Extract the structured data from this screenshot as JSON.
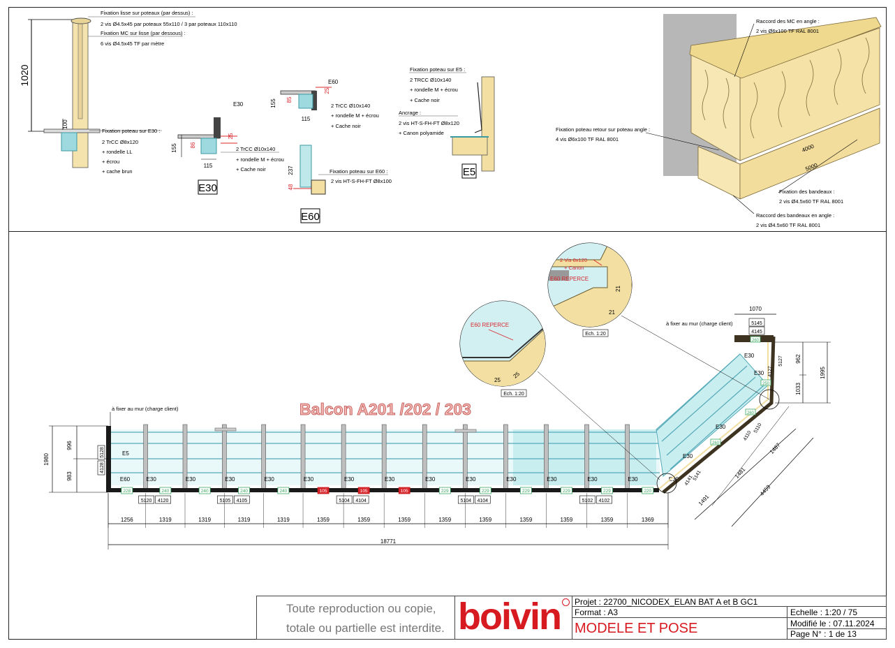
{
  "detail_top": {
    "height_dim": "1020",
    "post_height_dim": "100",
    "notes": {
      "fix_lisse_title": "Fixation lisse sur poteaux (par dessus) :",
      "fix_lisse_text": "2 vis Ø4.5x45 par poteaux 55x110 / 3 par poteaux 110x110",
      "fix_mc_title": "Fixation MC sur lisse (par dessous) :",
      "fix_mc_text": "6 vis Ø4.5x45 TF par mètre",
      "fix_e30_title": "Fixation poteau sur E30 :",
      "fix_e30_l1": "2 TrCC Ø8x120",
      "fix_e30_l2": "+ rondelle LL",
      "fix_e30_l3": "+ écrou",
      "fix_e30_l4": "+ cache brun"
    }
  },
  "detail_e30": {
    "label": "E30",
    "tag": "E30",
    "dim_155": "155",
    "dim_86": "86",
    "dim_25": "25",
    "dim_115": "115",
    "l1": "2 TrCC Ø10x140",
    "l2": "+ rondelle M + écrou",
    "l3": "+ Cache noir"
  },
  "detail_e60": {
    "label": "E60",
    "tag": "E60",
    "dim_155": "155",
    "dim_85": "85",
    "dim_25": "25",
    "dim_115": "115",
    "l1": "2 TrCC Ø10x140",
    "l2": "+ rondelle M + écrou",
    "l3": "+ Cache noir",
    "dim_237": "237",
    "dim_48": "48",
    "fix_title": "Fixation poteau sur E60 :",
    "fix_text": "2 vis HT-S-FH-FT Ø8x100"
  },
  "detail_e5": {
    "label": "E5",
    "fix_title": "Fixation poteau sur E5 :",
    "fix_l1": "2 TRCC Ø10x140",
    "fix_l2": "+ rondelle M + écrou",
    "fix_l3": "+ Cache noir",
    "anc_title": "Ancrage :",
    "anc_l1": "2 vis HT-S-FH-FT Ø8x120",
    "anc_l2": "+ Canon polyamide"
  },
  "render_notes": {
    "mc_title": "Raccord des MC en angle :",
    "mc_text": "2 vis Ø6x100 TF RAL 8001",
    "retour_title": "Fixation poteau retour sur poteau angle :",
    "retour_text": "4 vis Ø6x100 TF RAL 8001",
    "bandeaux_title": "Fixation des bandeaux :",
    "bandeaux_text": "2 vis Ø4.5x60 TF RAL 8001",
    "raccord_title": "Raccord des bandeaux en angle :",
    "raccord_text": "2 vis Ø4.5x60 TF RAL 8001",
    "dim_4000": "4000",
    "dim_5000": "5000"
  },
  "plan": {
    "title": "Balcon A201 /202 / 203",
    "wall_note_left": "à fixer au mur (charge client)",
    "wall_note_right": "à fixer au mur (charge client)",
    "left_dims": [
      "1980",
      "996",
      "983"
    ],
    "left_codes": [
      "5128",
      "4128"
    ],
    "e5_label": "E5",
    "post_labels": [
      "E60",
      "E30",
      "E30",
      "E30",
      "E30",
      "E30",
      "E30",
      "E30",
      "E30",
      "E30",
      "E30",
      "E30",
      "E30",
      "E30",
      "E30"
    ],
    "green_tags": [
      "228",
      "240",
      "240",
      "240",
      "240",
      "229",
      "229",
      "229",
      "229",
      "229",
      "220"
    ],
    "red_tags": [
      "105",
      "105",
      "105"
    ],
    "boxed_codes": [
      "5120",
      "4120",
      "5105",
      "4105",
      "5104",
      "4104",
      "5104",
      "4104",
      "5102",
      "4102"
    ],
    "segments": [
      "1256",
      "1319",
      "1319",
      "1319",
      "1319",
      "1359",
      "1359",
      "1359",
      "1359",
      "1359",
      "1359",
      "1359",
      "1359",
      "1369"
    ],
    "total": "18771",
    "right_dims": {
      "top": "1070",
      "codes_top": [
        "5145",
        "4145"
      ],
      "d962": "962",
      "d1033": "1033",
      "d1995": "1995",
      "codes_side": [
        "4127",
        "5127"
      ],
      "codes_mid": [
        "4110",
        "5110"
      ],
      "codes_low": [
        "4141",
        "5141"
      ],
      "d1487": "1487",
      "d1481": "1481",
      "d1491": "1491",
      "d4459": "4459",
      "e30_labels": [
        "E30",
        "E30",
        "E30",
        "E30"
      ],
      "green_tags": [
        "260",
        "250",
        "260",
        "260"
      ]
    },
    "zoom1": {
      "note": "E60 REPERCE",
      "d25a": "25",
      "d25b": "25",
      "scale": "Ech. 1:20"
    },
    "zoom2": {
      "note1": "2 Vis 8x120",
      "note2": "+ Canon",
      "note3": "E60 REPERCE",
      "d21a": "21",
      "d21b": "21",
      "scale": "Ech. 1:20"
    }
  },
  "title_block": {
    "copyright_l1": "Toute reproduction ou copie,",
    "copyright_l2": "totale ou partielle est interdite.",
    "logo": "boivin",
    "projet": "Projet :  22700_NICODEX_ELAN BAT A et B GC1",
    "format": "Format : A3",
    "echelle": "Echelle :  1:20 / 75",
    "modele": "MODELE ET POSE",
    "modifie": "Modifié le : 07.11.2024",
    "page": "Page N° :  1 de 13"
  },
  "colors": {
    "wood": "#f3dfa2",
    "glass": "#bfe8ea",
    "glass_stroke": "#57b9c0",
    "red": "#d9272e",
    "green_tag": "#3aa860",
    "logo_red": "#d71920"
  }
}
